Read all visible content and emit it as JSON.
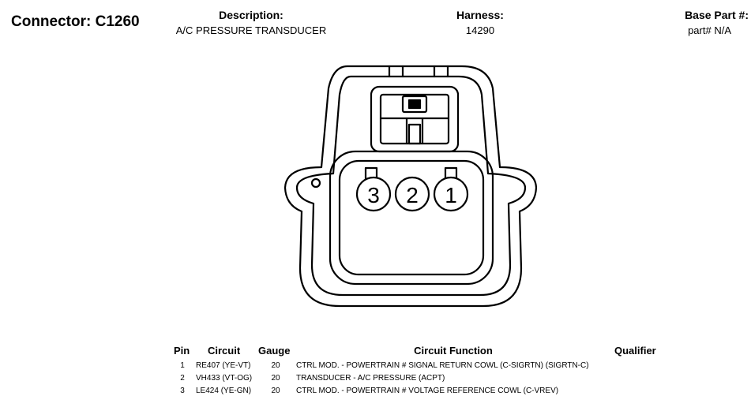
{
  "connector": {
    "title": "Connector: C1260",
    "description_label": "Description:",
    "description_value": "A/C PRESSURE TRANSDUCER",
    "harness_label": "Harness:",
    "harness_value": "14290",
    "base_part_label": "Base Part #:",
    "base_part_value": "part# N/A"
  },
  "diagram": {
    "pin_labels": [
      "3",
      "2",
      "1"
    ]
  },
  "table": {
    "headers": {
      "pin": "Pin",
      "circuit": "Circuit",
      "gauge": "Gauge",
      "function": "Circuit Function",
      "qualifier": "Qualifier"
    },
    "rows": [
      {
        "pin": "1",
        "circuit": "RE407 (YE-VT)",
        "gauge": "20",
        "function": "CTRL MOD. - POWERTRAIN # SIGNAL RETURN COWL (C-SIGRTN) (SIGRTN-C)",
        "qualifier": ""
      },
      {
        "pin": "2",
        "circuit": "VH433 (VT-OG)",
        "gauge": "20",
        "function": "TRANSDUCER - A/C PRESSURE (ACPT)",
        "qualifier": ""
      },
      {
        "pin": "3",
        "circuit": "LE424 (YE-GN)",
        "gauge": "20",
        "function": "CTRL MOD. - POWERTRAIN # VOLTAGE REFERENCE COWL (C-VREV)",
        "qualifier": ""
      }
    ]
  }
}
